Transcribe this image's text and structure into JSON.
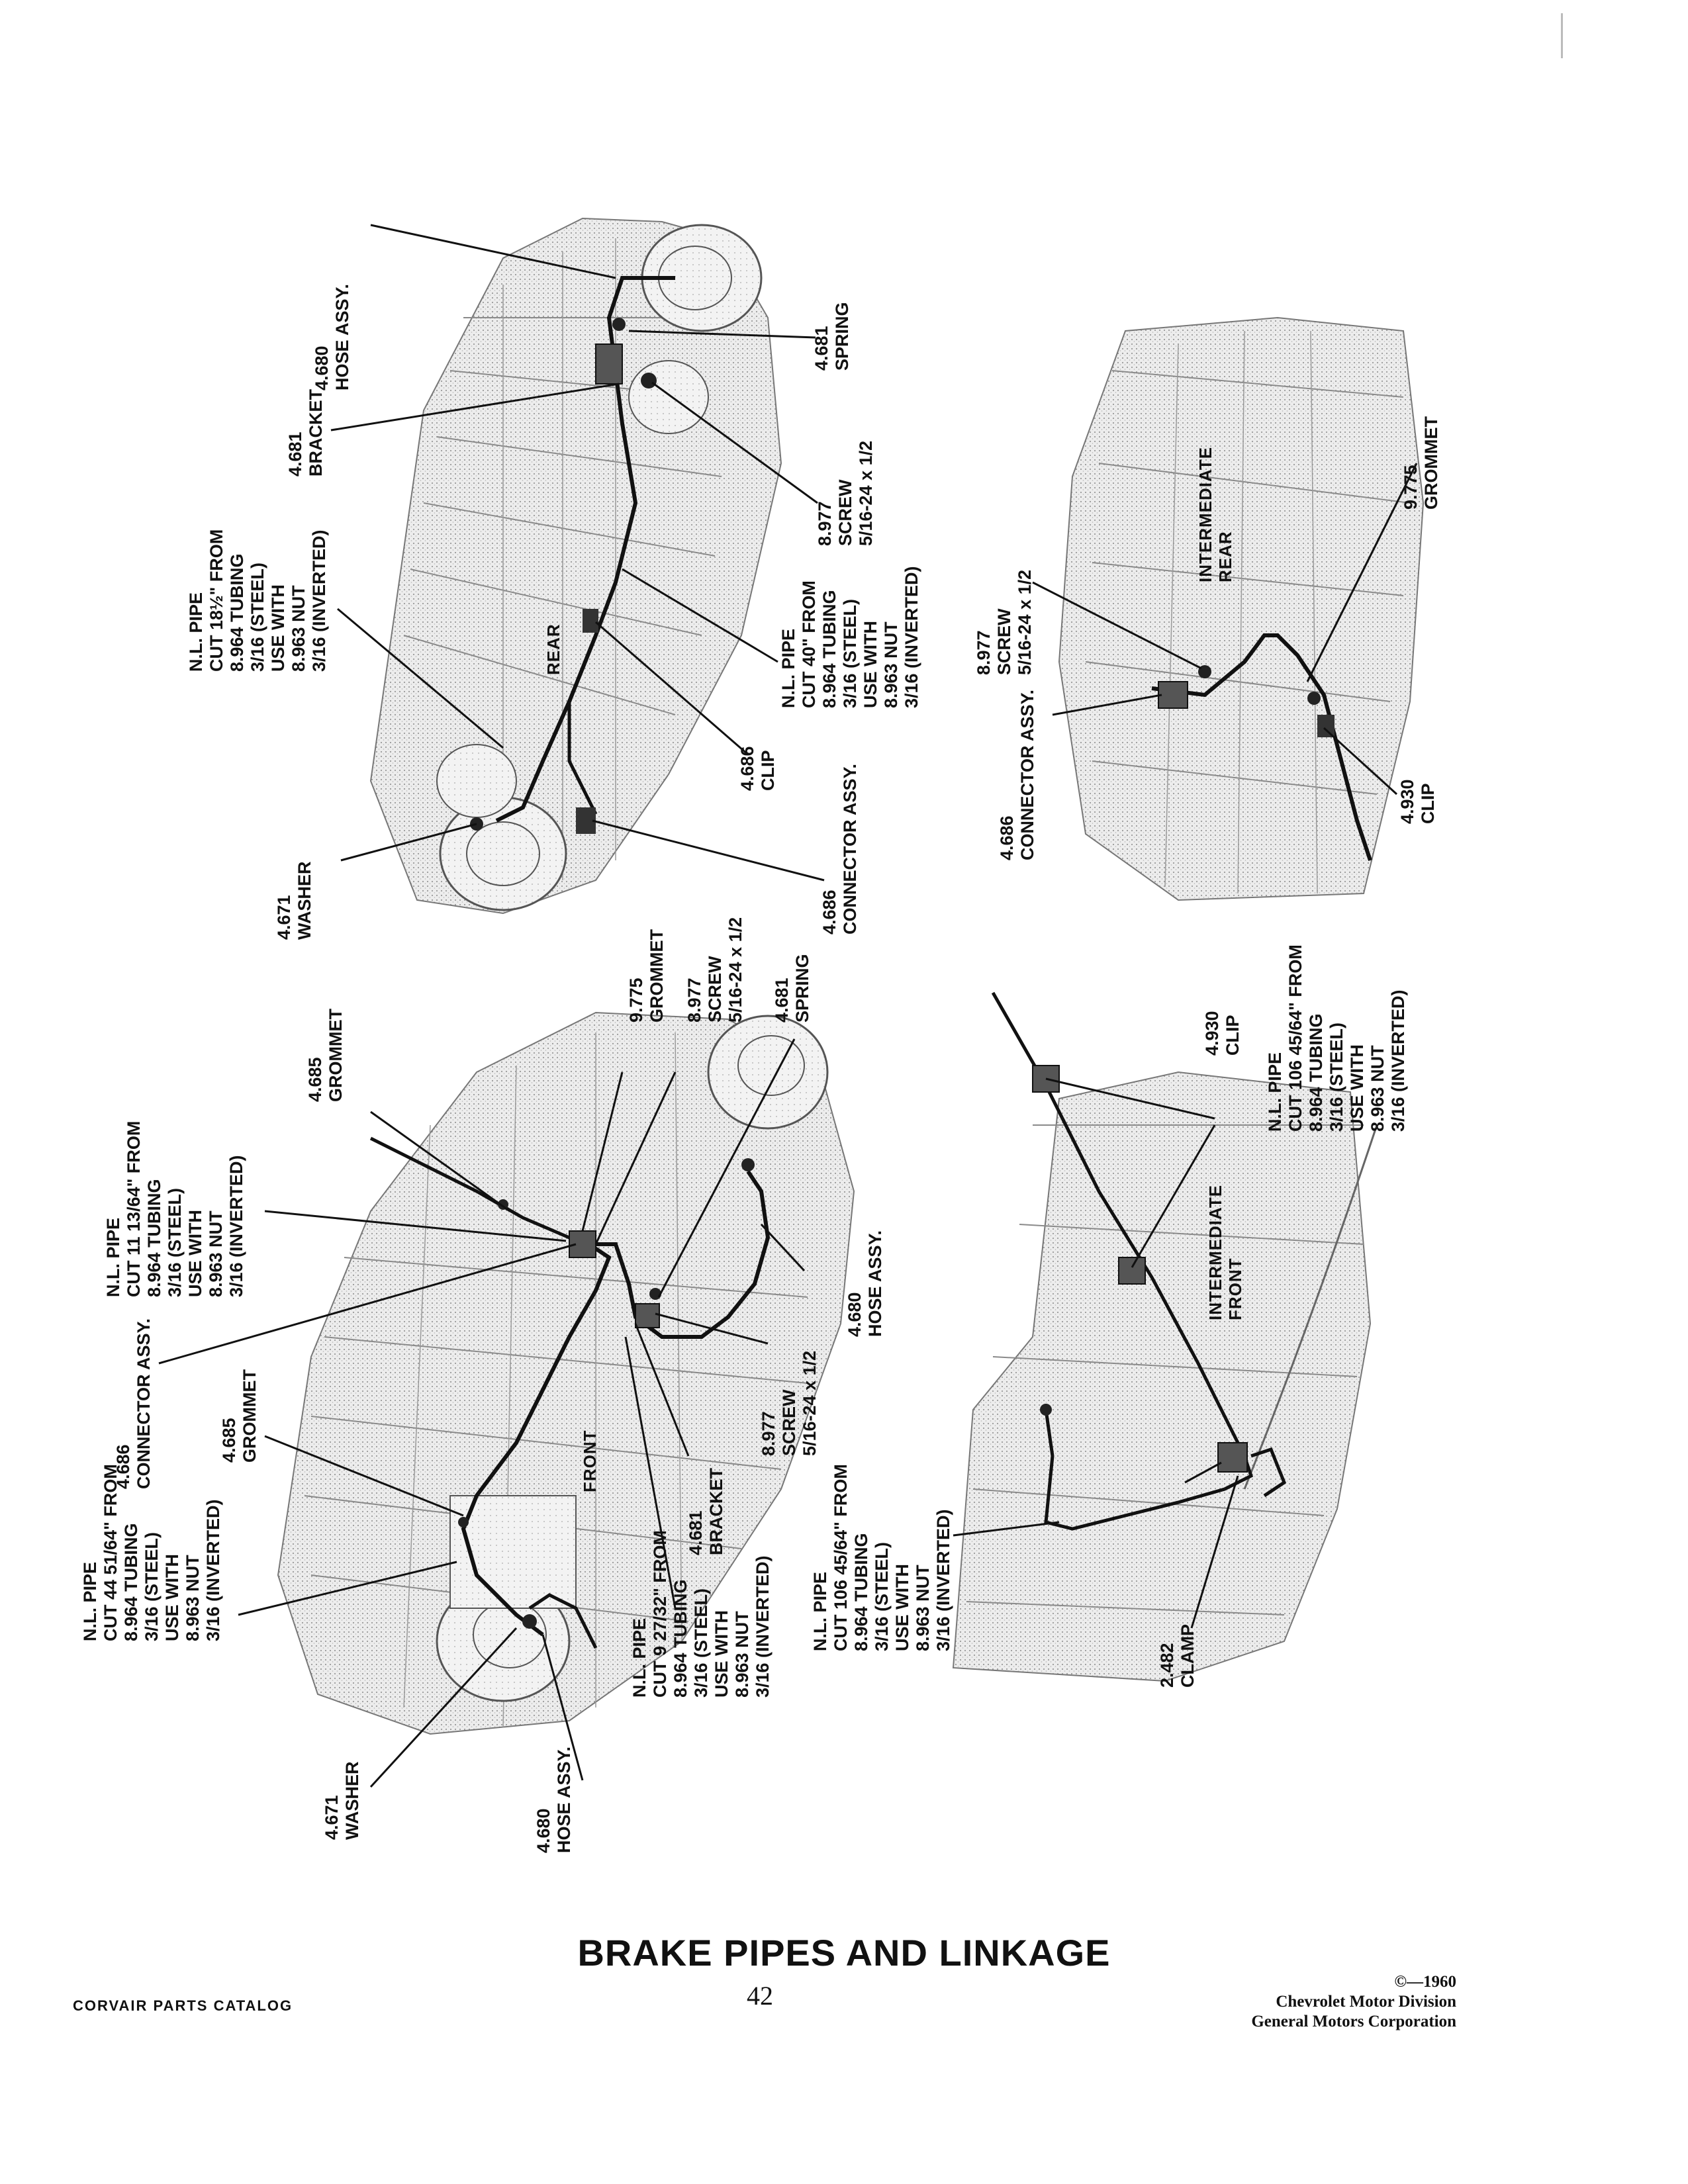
{
  "title": "BRAKE PIPES AND LINKAGE",
  "footer": {
    "catalog": "CORVAIR PARTS CATALOG",
    "page_number": "42",
    "copyright": "©—1960",
    "division": "Chevrolet Motor Division",
    "corporation": "General Motors Corporation"
  },
  "section_tags": {
    "rear": [
      "REAR"
    ],
    "intermediate_rear": [
      "INTERMEDIATE",
      "REAR"
    ],
    "front": [
      "FRONT"
    ],
    "intermediate_front": [
      "INTERMEDIATE",
      "FRONT"
    ]
  },
  "callouts": {
    "rear_hose_assy": [
      "4.680",
      "HOSE ASSY."
    ],
    "rear_spring": [
      "4.681",
      "SPRING"
    ],
    "rear_bracket": [
      "4.681",
      "BRACKET"
    ],
    "rear_screw": [
      "8.977",
      "SCREW",
      "5/16-24 x 1/2"
    ],
    "rear_pipe_18": [
      "N.L. PIPE",
      "CUT 18½\" FROM",
      "8.964 TUBING",
      "3/16 (STEEL)",
      "USE WITH",
      "8.963 NUT",
      "3/16 (INVERTED)"
    ],
    "rear_pipe_40": [
      "N.L. PIPE",
      "CUT 40\" FROM",
      "8.964 TUBING",
      "3/16 (STEEL)",
      "USE WITH",
      "8.963 NUT",
      "3/16 (INVERTED)"
    ],
    "rear_clip": [
      "4.686",
      "CLIP"
    ],
    "rear_connector": [
      "4.686",
      "CONNECTOR ASSY."
    ],
    "rear_washer": [
      "4.671",
      "WASHER"
    ],
    "ir_screw": [
      "8.977",
      "SCREW",
      "5/16-24 x 1/2"
    ],
    "ir_grommet": [
      "9.775",
      "GROMMET"
    ],
    "ir_connector": [
      "4.686",
      "CONNECTOR ASSY."
    ],
    "ir_clip": [
      "4.930",
      "CLIP"
    ],
    "ir_pipe_106": [
      "N.L. PIPE",
      "CUT 106 45/64\" FROM",
      "8.964 TUBING",
      "3/16 (STEEL)",
      "USE WITH",
      "8.963 NUT",
      "3/16 (INVERTED)"
    ],
    "if_clip": [
      "4.930",
      "CLIP"
    ],
    "if_pipe_106": [
      "N.L. PIPE",
      "CUT 106 45/64\" FROM",
      "8.964 TUBING",
      "3/16 (STEEL)",
      "USE WITH",
      "8.963 NUT",
      "3/16 (INVERTED)"
    ],
    "if_clamp": [
      "2.482",
      "CLAMP"
    ],
    "front_grommet_top": [
      "4.685",
      "GROMMET"
    ],
    "front_grommet_9775": [
      "9.775",
      "GROMMET"
    ],
    "front_screw_top": [
      "8.977",
      "SCREW",
      "5/16-24 x 1/2"
    ],
    "front_spring": [
      "4.681",
      "SPRING"
    ],
    "front_pipe_11": [
      "N.L. PIPE",
      "CUT 11 13/64\" FROM",
      "8.964 TUBING",
      "3/16 (STEEL)",
      "USE WITH",
      "8.963 NUT",
      "3/16 (INVERTED)"
    ],
    "front_hose_assy_right": [
      "4.680",
      "HOSE ASSY."
    ],
    "front_screw_bottom": [
      "8.977",
      "SCREW",
      "5/16-24 x 1/2"
    ],
    "front_connector": [
      "4.686",
      "CONNECTOR ASSY."
    ],
    "front_grommet_mid": [
      "4.685",
      "GROMMET"
    ],
    "front_bracket": [
      "4.681",
      "BRACKET"
    ],
    "front_pipe_44": [
      "N.L. PIPE",
      "CUT 44 51/64\" FROM",
      "8.964 TUBING",
      "3/16 (STEEL)",
      "USE WITH",
      "8.963 NUT",
      "3/16 (INVERTED)"
    ],
    "front_pipe_9": [
      "N.L. PIPE",
      "CUT 9 27/32\" FROM",
      "8.964 TUBING",
      "3/16 (STEEL)",
      "USE WITH",
      "8.963 NUT",
      "3/16 (INVERTED)"
    ],
    "front_washer": [
      "4.671",
      "WASHER"
    ],
    "front_hose_assy_bottom": [
      "4.680",
      "HOSE ASSY."
    ]
  }
}
